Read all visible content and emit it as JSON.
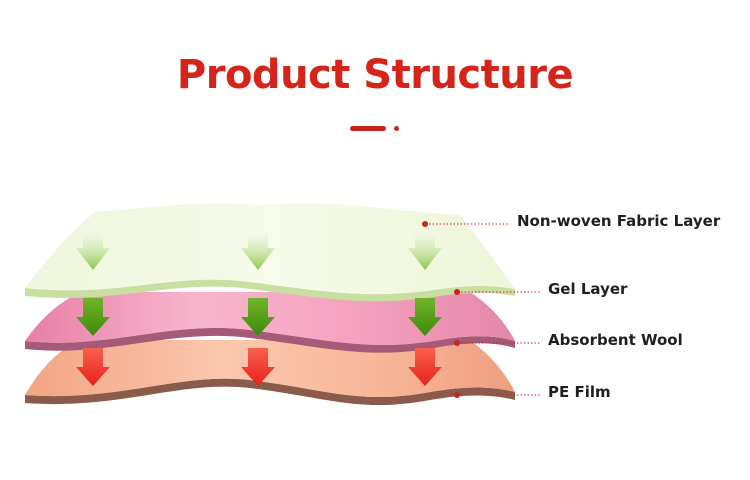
{
  "title": "Product Structure",
  "colors": {
    "title": "#d5251b",
    "accent": "#c8261c",
    "green_arrow": "#4e9d12",
    "red_arrow": "#f0332a"
  },
  "layers": [
    {
      "name": "Non-woven Fabric Layer"
    },
    {
      "name": "Gel Layer"
    },
    {
      "name": "Absorbent Wool"
    },
    {
      "name": "PE Film"
    }
  ]
}
